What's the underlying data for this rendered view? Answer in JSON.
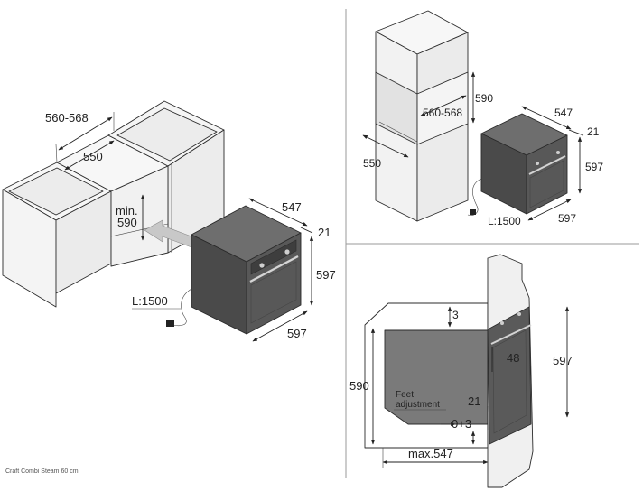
{
  "colors": {
    "oven_front": "#585858",
    "oven_top": "#6e6e6e",
    "oven_side": "#4a4a4a",
    "oven_glass": "#9a9a9a",
    "cabinet_fill": "#f7f7f7",
    "cabinet_shade": "#e6e6e6",
    "niche_fill": "#7a7a7a",
    "arrow_fill": "#c8c8c8",
    "line": "#222222",
    "divider": "#9a9a9a"
  },
  "caption": "Craft Combi Steam 60 cm",
  "panel_left": {
    "dim_width_range": "560-568",
    "dim_inner": "550",
    "dim_min_label": "min.",
    "dim_min_value": "590",
    "dim_oven_depth": "547",
    "dim_front": "21",
    "dim_oven_height": "597",
    "dim_oven_width": "597",
    "cable": "L:1500"
  },
  "panel_top_right": {
    "dim_niche_height": "590",
    "dim_width_range": "560-568",
    "dim_depth": "550",
    "dim_oven_depth": "547",
    "dim_front": "21",
    "dim_oven_height": "597",
    "dim_oven_width": "597",
    "cable": "L:1500"
  },
  "panel_bottom_right": {
    "dim_top_gap": "3",
    "dim_niche_height": "590",
    "dim_oven_height": "597",
    "dim_door_gap": "48",
    "dim_front": "21",
    "feet_label_1": "Feet",
    "feet_label_2": "adjustment",
    "feet_range": "0+3",
    "dim_max_depth": "max.547"
  }
}
